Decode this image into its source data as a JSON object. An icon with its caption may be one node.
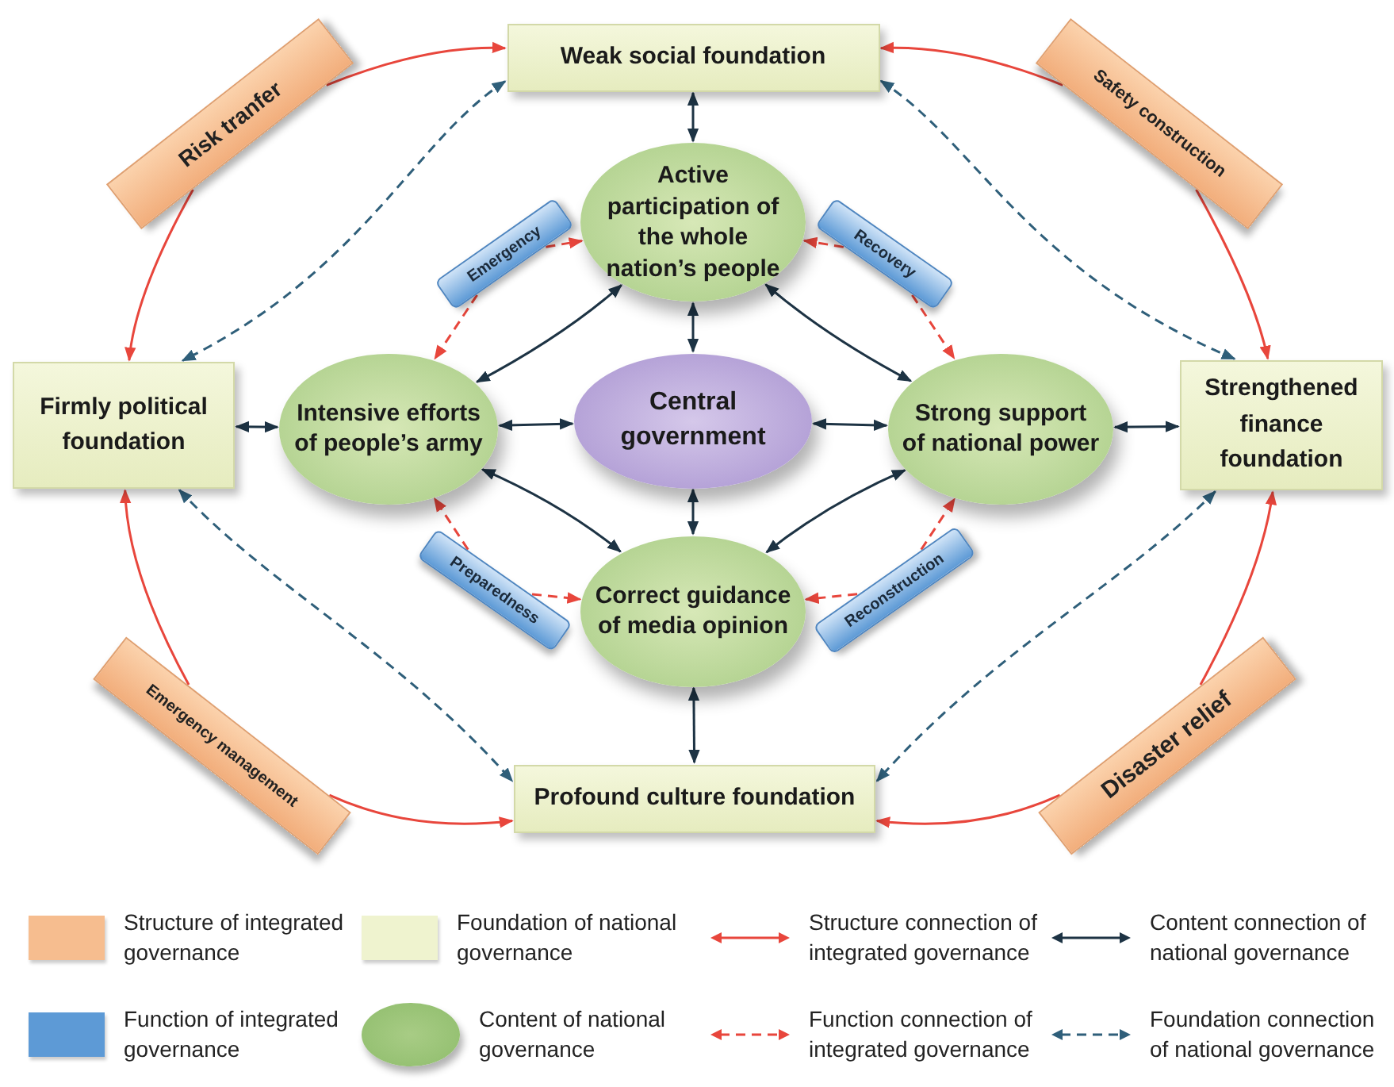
{
  "diagram": {
    "nodes": [
      {
        "text": [
          "Weak social foundation"
        ]
      },
      {
        "text": [
          "Risk tranfer"
        ]
      },
      {
        "text": [
          "Safety construction"
        ]
      },
      {
        "text": [
          "Emergency"
        ]
      },
      {
        "text": [
          "Active participation of the whole nation’s people"
        ]
      },
      {
        "text": [
          "Recovery"
        ]
      },
      {
        "text": [
          "Firmly political foundation"
        ]
      },
      {
        "text": [
          "Intensive efforts of people’s army"
        ]
      },
      {
        "text": [
          "Central government"
        ]
      },
      {
        "text": [
          "Strong support of national power"
        ]
      },
      {
        "text": [
          "Strengthened finance foundation"
        ]
      },
      {
        "text": [
          "Preparedness"
        ]
      },
      {
        "text": [
          "Correct guidance of media opinion"
        ]
      },
      {
        "text": [
          "Reconstruction"
        ]
      },
      {
        "text": [
          "Emergency management"
        ]
      },
      {
        "text": [
          "Disaster relief"
        ]
      },
      {
        "text": [
          "Profound culture foundation"
        ]
      }
    ],
    "edges": [
      {
        "from": 1,
        "to": 0,
        "arrow": "to"
      },
      {
        "from": 1,
        "to": 6,
        "arrow": "to"
      },
      {
        "from": 2,
        "to": 0,
        "arrow": "to"
      },
      {
        "from": 2,
        "to": 10,
        "arrow": "to"
      },
      {
        "from": 0,
        "to": 6,
        "arrow": "both",
        "style": "dashed",
        "color": "#2f5f7a"
      },
      {
        "from": 0,
        "to": 10,
        "arrow": "both",
        "style": "dashed",
        "color": "#2f5f7a"
      },
      {
        "from": 0,
        "to": 4,
        "arrow": "both",
        "color": "#1d3344"
      },
      {
        "from": 3,
        "to": 4,
        "arrow": "to",
        "style": "dashed"
      },
      {
        "from": 3,
        "to": 7,
        "arrow": "to",
        "style": "dashed"
      },
      {
        "from": 5,
        "to": 4,
        "arrow": "to",
        "style": "dashed"
      },
      {
        "from": 5,
        "to": 9,
        "arrow": "to",
        "style": "dashed"
      },
      {
        "from": 4,
        "to": 7,
        "arrow": "both",
        "color": "#1d3344"
      },
      {
        "from": 4,
        "to": 9,
        "arrow": "both",
        "color": "#1d3344"
      },
      {
        "from": 4,
        "to": 8,
        "arrow": "both",
        "color": "#1d3344"
      },
      {
        "from": 6,
        "to": 7,
        "arrow": "both",
        "color": "#1d3344"
      },
      {
        "from": 7,
        "to": 8,
        "arrow": "both",
        "color": "#1d3344"
      },
      {
        "from": 8,
        "to": 9,
        "arrow": "both",
        "color": "#1d3344"
      },
      {
        "from": 9,
        "to": 10,
        "arrow": "both",
        "color": "#1d3344"
      },
      {
        "from": 8,
        "to": 12,
        "arrow": "both",
        "color": "#1d3344"
      },
      {
        "from": 7,
        "to": 12,
        "arrow": "both",
        "color": "#1d3344"
      },
      {
        "from": 9,
        "to": 12,
        "arrow": "both",
        "color": "#1d3344"
      },
      {
        "from": 11,
        "to": 7,
        "arrow": "to",
        "style": "dashed"
      },
      {
        "from": 11,
        "to": 12,
        "arrow": "to",
        "style": "dashed"
      },
      {
        "from": 13,
        "to": 9,
        "arrow": "to",
        "style": "dashed"
      },
      {
        "from": 13,
        "to": 12,
        "arrow": "to",
        "style": "dashed"
      },
      {
        "from": 6,
        "to": 16,
        "arrow": "both",
        "style": "dashed",
        "color": "#2f5f7a"
      },
      {
        "from": 10,
        "to": 16,
        "arrow": "both",
        "style": "dashed",
        "color": "#2f5f7a"
      },
      {
        "from": 14,
        "to": 6,
        "arrow": "to"
      },
      {
        "from": 14,
        "to": 16,
        "arrow": "to"
      },
      {
        "from": 15,
        "to": 10,
        "arrow": "to"
      },
      {
        "from": 15,
        "to": 16,
        "arrow": "to"
      },
      {
        "from": 12,
        "to": 16,
        "arrow": "both",
        "color": "#1d3344"
      }
    ],
    "legend": [
      {
        "text": "Structure of integrated governance",
        "color": "#f6bd8f"
      },
      {
        "text": "Foundation of national governance",
        "color": "#eff3cf"
      },
      {
        "text": "Structure connection of integrated governance"
      },
      {
        "text": "Content connection of national governance"
      },
      {
        "text": "Function of integrated governance",
        "color": "#5d9ad6"
      },
      {
        "text": "Content of national governance"
      },
      {
        "text": "Function connection of integrated governance"
      },
      {
        "text": "Foundation connection of national governance"
      }
    ]
  }
}
